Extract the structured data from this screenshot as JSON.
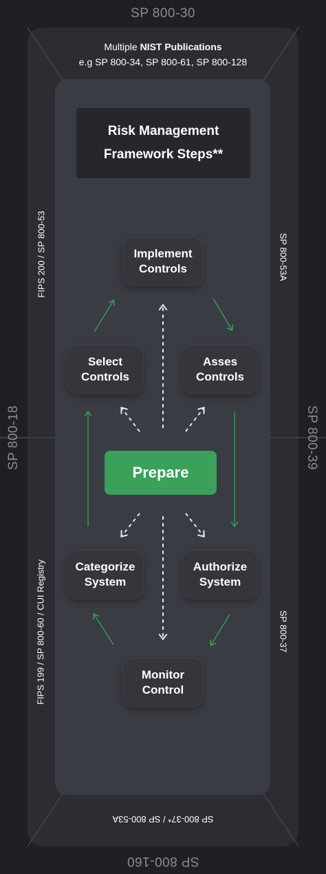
{
  "edges": {
    "top": "SP 800-30",
    "bottom": "SP 800-160",
    "left": "SP 800-18",
    "right": "SP 800-39"
  },
  "header": {
    "line1_prefix": "Multiple ",
    "line1_bold": "NIST Publications",
    "line2": "e.g SP 800-34, SP 800-61, SP 800-128"
  },
  "footer_label": "SP 800-37* / SP 800-53A",
  "side_labels": {
    "left_top": "FIPS 200 / SP 800-53",
    "left_bottom": "FIPS 199 / SP 800-60 / CUI Registry",
    "right_top": "SP 800-53A",
    "right_bottom": "SP 800-37"
  },
  "title": {
    "line1": "Risk Management",
    "line2": "Framework Steps**"
  },
  "steps": {
    "implement": [
      "Implement",
      "Controls"
    ],
    "select": [
      "Select",
      "Controls"
    ],
    "assess": [
      "Asses",
      "Controls"
    ],
    "prepare": "Prepare",
    "categorize": [
      "Categorize",
      "System"
    ],
    "authorize": [
      "Authorize",
      "System"
    ],
    "monitor": [
      "Monitor",
      "Control"
    ]
  },
  "colors": {
    "accent": "#3aa05a",
    "arrow": "#3aa05a",
    "dashed": "#e8e8e8"
  }
}
